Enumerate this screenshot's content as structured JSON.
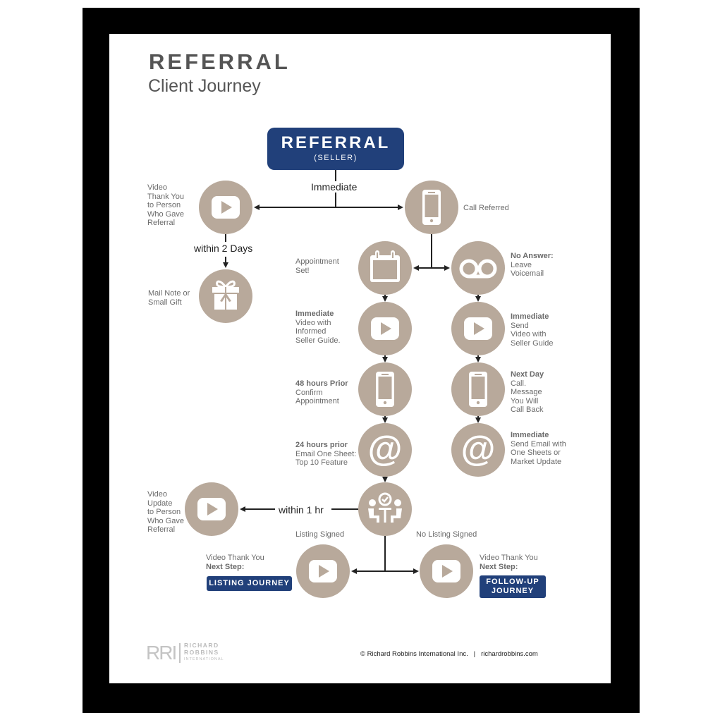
{
  "header": {
    "title": "REFERRAL",
    "subtitle": "Client Journey"
  },
  "start_node": {
    "title": "REFERRAL",
    "subtitle": "(SELLER)"
  },
  "connectors": {
    "immediate": "Immediate",
    "within_2_days": "within 2 Days",
    "within_1_hr": "within 1 hr"
  },
  "nodes": {
    "video_thank_you": {
      "icon": "video-play-icon",
      "lines": [
        "Video",
        "Thank You",
        "to Person",
        "Who Gave",
        "Referral"
      ]
    },
    "mail_gift": {
      "icon": "gift-icon",
      "lines": [
        "Mail Note or",
        "Small Gift"
      ]
    },
    "call_referred": {
      "icon": "phone-icon",
      "lines": [
        "Call Referred"
      ]
    },
    "appointment_set": {
      "icon": "calendar-icon",
      "lines": [
        "Appointment",
        "Set!"
      ]
    },
    "no_answer": {
      "icon": "voicemail-icon",
      "bold": "No Answer:",
      "lines": [
        "Leave",
        "Voicemail"
      ]
    },
    "video_informed": {
      "icon": "video-play-icon",
      "bold": "Immediate",
      "lines": [
        "Video with",
        "Informed",
        "Seller Guide."
      ]
    },
    "send_video": {
      "icon": "video-play-icon",
      "bold": "Immediate",
      "lines": [
        "Send",
        "Video with",
        "Seller Guide"
      ]
    },
    "confirm_appt": {
      "icon": "phone-icon",
      "bold": "48 hours Prior",
      "lines": [
        "Confirm",
        "Appointment"
      ]
    },
    "next_day_call": {
      "icon": "phone-icon",
      "bold": "Next Day",
      "lines": [
        "Call.",
        "Message",
        "You Will",
        "Call Back"
      ]
    },
    "email_one_sheet": {
      "icon": "email-at-icon",
      "bold": "24 hours prior",
      "lines": [
        "Email One Sheet:",
        "Top 10 Feature"
      ]
    },
    "send_email": {
      "icon": "email-at-icon",
      "bold": "Immediate",
      "lines": [
        "Send Email with",
        "One Sheets or",
        "Market Update"
      ]
    },
    "meeting": {
      "icon": "meeting-icon"
    },
    "video_update": {
      "icon": "video-play-icon",
      "lines": [
        "Video",
        "Update",
        "to Person",
        "Who Gave",
        "Referral"
      ]
    },
    "listing_signed": {
      "icon": "video-play-icon",
      "branch": "Listing Signed",
      "line": "Video Thank You",
      "bold": "Next Step:",
      "button": "LISTING JOURNEY"
    },
    "no_listing_signed": {
      "icon": "video-play-icon",
      "branch": "No Listing Signed",
      "line": "Video Thank You",
      "bold": "Next Step:",
      "button_line1": "FOLLOW-UP",
      "button_line2": "JOURNEY"
    }
  },
  "footer": {
    "logo_mark": "RRI",
    "logo_line1": "RICHARD",
    "logo_line2": "ROBBINS",
    "logo_line3": "INTERNATIONAL",
    "copyright": "© Richard Robbins International Inc.",
    "separator": "|",
    "website": "richardrobbins.com"
  },
  "colors": {
    "brand_blue": "#21407a",
    "node_taupe": "#b8a99b",
    "text_gray": "#6b6b6b",
    "frame": "#000000"
  }
}
